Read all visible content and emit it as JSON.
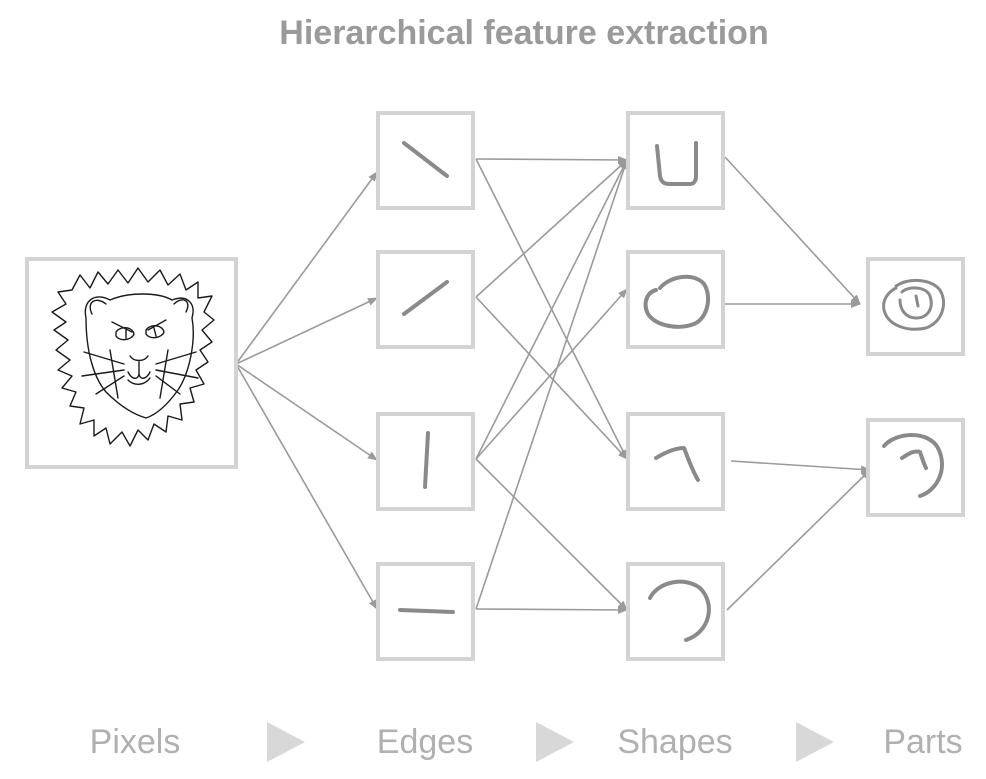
{
  "title": "Hierarchical feature extraction",
  "stages": [
    "Pixels",
    "Edges",
    "Shapes",
    "Parts"
  ],
  "nodes": {
    "pixels": [
      {
        "id": "lion",
        "icon": "lion-sketch-icon"
      }
    ],
    "edges": [
      {
        "id": "edge-1",
        "icon": "diagonal-down-stroke-icon"
      },
      {
        "id": "edge-2",
        "icon": "diagonal-up-stroke-icon"
      },
      {
        "id": "edge-3",
        "icon": "vertical-stroke-icon"
      },
      {
        "id": "edge-4",
        "icon": "horizontal-stroke-icon"
      }
    ],
    "shapes": [
      {
        "id": "shape-1",
        "icon": "u-shape-icon"
      },
      {
        "id": "shape-2",
        "icon": "circle-shape-icon"
      },
      {
        "id": "shape-3",
        "icon": "corner-shape-icon"
      },
      {
        "id": "shape-4",
        "icon": "arc-shape-icon"
      }
    ],
    "parts": [
      {
        "id": "part-1",
        "icon": "eye-part-icon"
      },
      {
        "id": "part-2",
        "icon": "ear-part-icon"
      }
    ]
  },
  "connections": [
    [
      "lion",
      "edge-1"
    ],
    [
      "lion",
      "edge-2"
    ],
    [
      "lion",
      "edge-3"
    ],
    [
      "lion",
      "edge-4"
    ],
    [
      "edge-1",
      "shape-1"
    ],
    [
      "edge-1",
      "shape-3"
    ],
    [
      "edge-2",
      "shape-1"
    ],
    [
      "edge-2",
      "shape-3"
    ],
    [
      "edge-3",
      "shape-1"
    ],
    [
      "edge-3",
      "shape-2"
    ],
    [
      "edge-3",
      "shape-4"
    ],
    [
      "edge-4",
      "shape-1"
    ],
    [
      "edge-4",
      "shape-4"
    ],
    [
      "shape-1",
      "part-1"
    ],
    [
      "shape-2",
      "part-1"
    ],
    [
      "shape-3",
      "part-2"
    ],
    [
      "shape-4",
      "part-2"
    ]
  ],
  "colors": {
    "title": "#9a9a9a",
    "stage_label": "#b0b0b0",
    "box_border": "#d3d3d3",
    "connector": "#9a9a9a",
    "glyph": "#8a8a8a",
    "lion_line": "#1a1a1a",
    "stage_arrow": "#d8d8d8"
  }
}
